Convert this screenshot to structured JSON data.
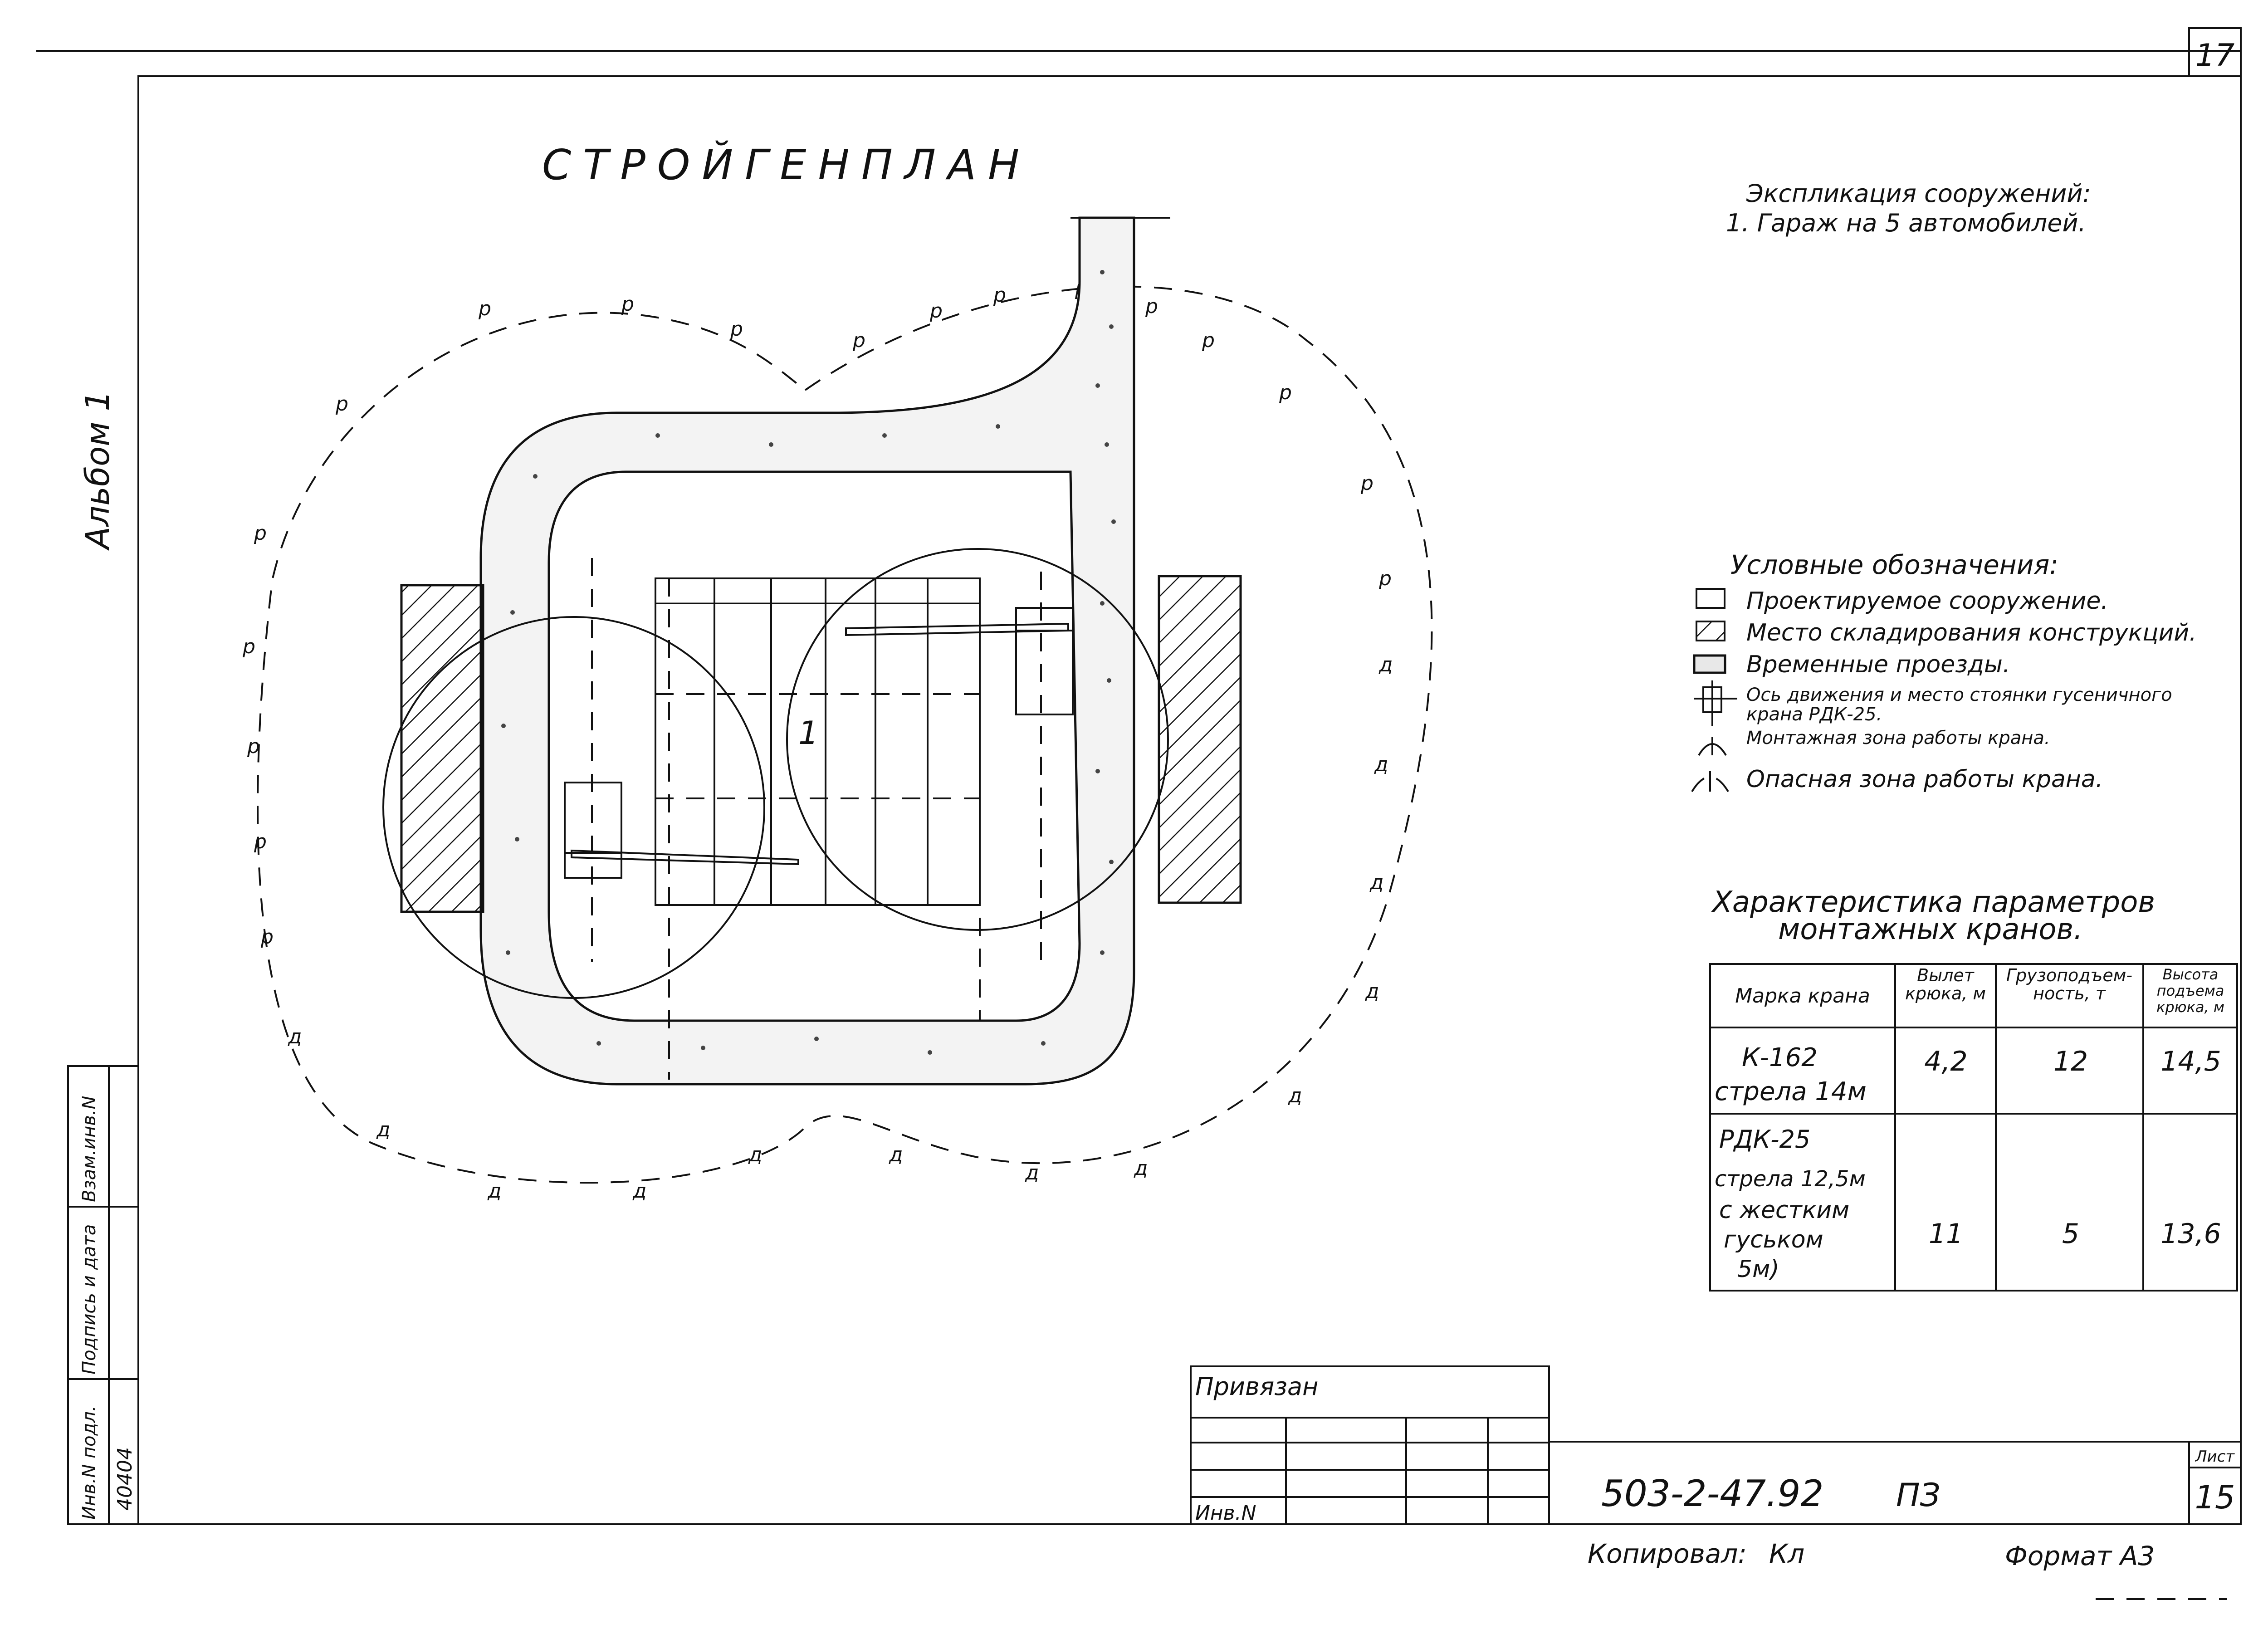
{
  "sheet_number_top": "17",
  "album_label": "Альбом 1",
  "title": "СТРОЙГЕНПЛАН",
  "explication": {
    "heading": "Экспликация сооружений:",
    "item1": "1. Гараж на 5 автомобилей."
  },
  "building_marker": "1",
  "legend": {
    "heading": "Условные обозначения:",
    "items": [
      {
        "text": "Проектируемое сооружение."
      },
      {
        "text": "Место складирования конструкций."
      },
      {
        "text": "Временные проезды."
      },
      {
        "text": "Ось движения и место стоянки гусеничного",
        "text2": "крана РДК-25."
      },
      {
        "text": "Монтажная зона работы крана."
      },
      {
        "text": "Опасная зона работы крана."
      }
    ]
  },
  "fence_mark_top": "р",
  "fence_mark_bottom": "д",
  "crane_table": {
    "heading1": "Характеристика параметров",
    "heading2": "монтажных кранов.",
    "headers": [
      "Марка крана",
      "Вылет крюка, м",
      "Грузоподъем- ность, т",
      "Высота подъема крюка, м"
    ],
    "rows": [
      {
        "name": [
          "К-162",
          "стрела 14м"
        ],
        "reach": "4,2",
        "capacity": "12",
        "height": "14,5"
      },
      {
        "name": [
          "РДК-25",
          "стрела 12,5м",
          "с жестким",
          "гуськом",
          "5м)"
        ],
        "reach": "11",
        "capacity": "5",
        "height": "13,6"
      }
    ]
  },
  "title_block": {
    "privyazan": "Привязан",
    "inv_no": "Инв.N",
    "doc_code": "503-2-47.92",
    "section": "ПЗ",
    "sheet_label": "Лист",
    "sheet_value": "15",
    "copied_by": "Копировал:",
    "copied_sign": "Кл",
    "format": "Формат А3"
  },
  "side_stamp": {
    "inv_original": "Инв.N подл.",
    "signature_date": "Подпись и дата",
    "replaces_inv": "Взам.инв.N",
    "inv_value": "40404"
  }
}
